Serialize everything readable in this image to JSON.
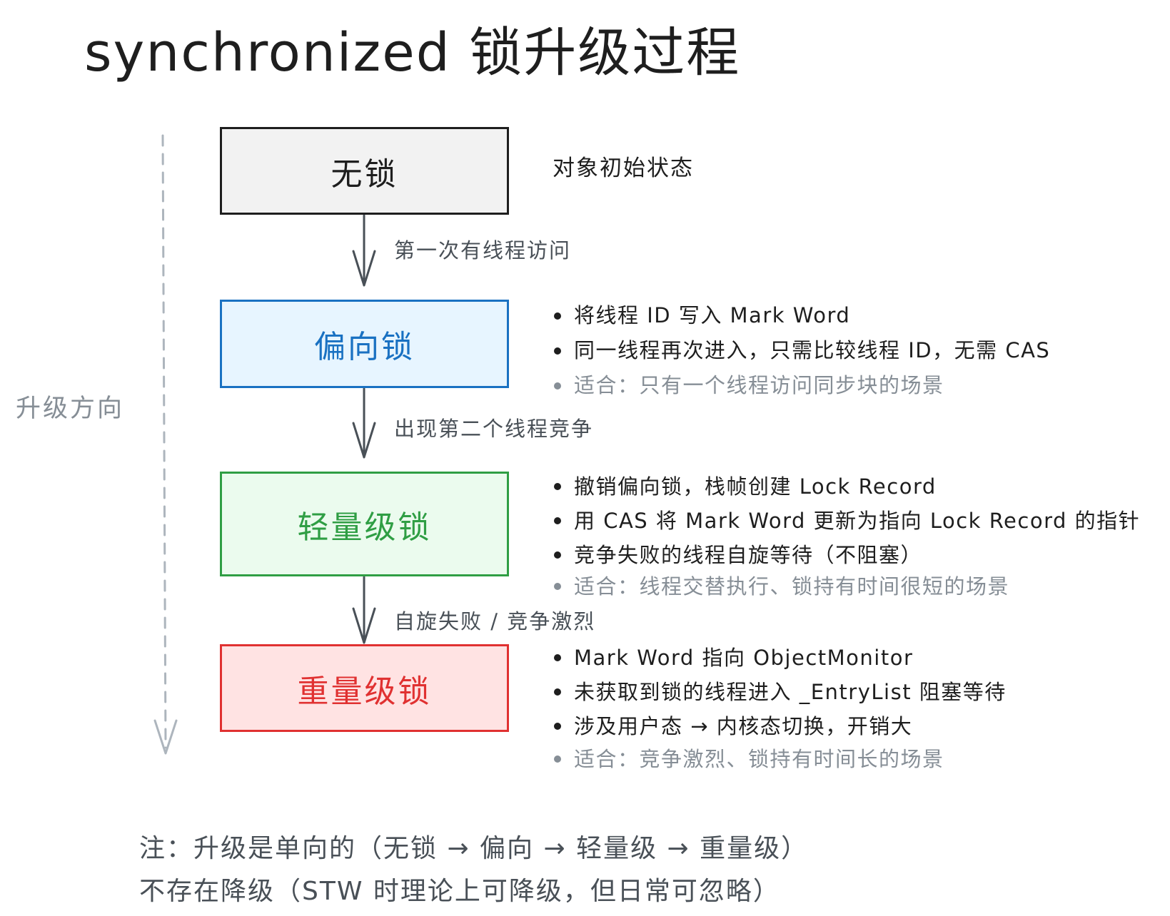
{
  "title": "synchronized 锁升级过程",
  "axis": {
    "label": "升级方向"
  },
  "states": [
    {
      "name": "无锁"
    },
    {
      "name": "偏向锁"
    },
    {
      "name": "轻量级锁"
    },
    {
      "name": "重量级锁"
    }
  ],
  "transitions": [
    {
      "label": "第一次有线程访问"
    },
    {
      "label": "出现第二个线程竞争"
    },
    {
      "label": "自旋失败 / 竞争激烈"
    }
  ],
  "descriptions": {
    "none": "对象初始状态",
    "biased": {
      "points": [
        "将线程 ID 写入 Mark Word",
        "同一线程再次进入，只需比较线程 ID，无需 CAS"
      ],
      "scenario": "适合：只有一个线程访问同步块的场景"
    },
    "lightweight": {
      "points": [
        "撤销偏向锁，栈帧创建 Lock Record",
        "用 CAS 将 Mark Word 更新为指向 Lock Record 的指针",
        "竞争失败的线程自旋等待（不阻塞）"
      ],
      "scenario": "适合：线程交替执行、锁持有时间很短的场景"
    },
    "heavyweight": {
      "points": [
        "Mark Word 指向 ObjectMonitor",
        "未获取到锁的线程进入 _EntryList 阻塞等待",
        "涉及用户态 → 内核态切换，开销大"
      ],
      "scenario": "适合：竞争激烈、锁持有时间长的场景"
    }
  },
  "footer": {
    "line1": "注：升级是单向的（无锁 → 偏向 → 轻量级 → 重量级）",
    "line2": "不存在降级（STW 时理论上可降级，但日常可忽略）"
  },
  "colors": {
    "none_fill": "#f2f2f2",
    "none_stroke": "#1e1e1e",
    "biased_fill": "#e7f5ff",
    "biased_stroke": "#1971c2",
    "light_fill": "#ebfbee",
    "light_stroke": "#2f9e44",
    "heavy_fill": "#ffe3e3",
    "heavy_stroke": "#e03131",
    "arrow": "#495057",
    "axis": "#adb5bd"
  }
}
